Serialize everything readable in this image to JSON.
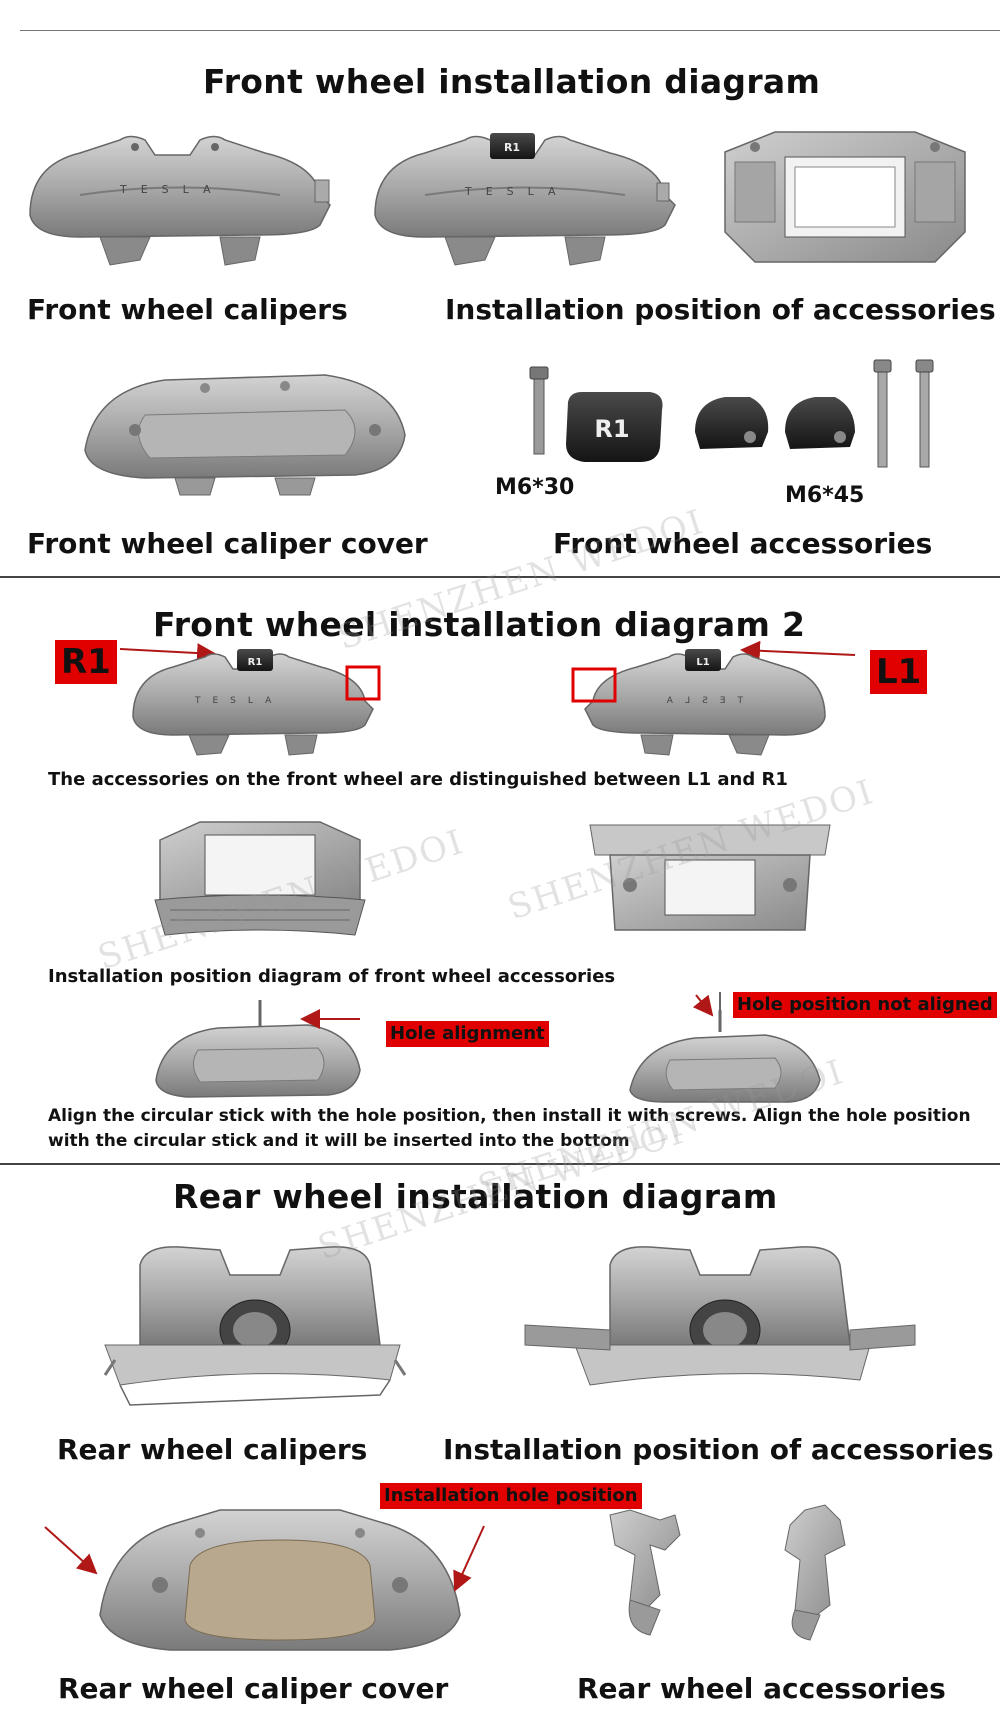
{
  "section1": {
    "title": "Front wheel installation diagram",
    "caption_calipers": "Front wheel calipers",
    "caption_positions": "Installation position of accessories",
    "caption_cover": "Front wheel caliper cover",
    "caption_accessories": "Front wheel accessories",
    "bolt_short": "M6*30",
    "bolt_long": "M6*45",
    "badge_r1": "R1",
    "brand_text": "TESLA"
  },
  "section2": {
    "title": "Front wheel installation diagram 2",
    "tag_r1": "R1",
    "tag_l1": "L1",
    "badge_r1": "R1",
    "badge_l1": "L1",
    "note_distinguish": "The accessories on the front wheel are distinguished between L1 and R1",
    "note_positions": "Installation position diagram of front wheel accessories",
    "tag_hole_alignment": "Hole alignment",
    "tag_hole_not_aligned": "Hole position not aligned",
    "note_align": "Align the circular stick with the hole position, then install it with screws. Align the hole position with the circular stick and it will be inserted into the bottom"
  },
  "section3": {
    "title": "Rear wheel installation diagram",
    "caption_calipers": "Rear wheel calipers",
    "caption_positions": "Installation position of accessories",
    "tag_install_hole": "Installation hole position",
    "caption_cover": "Rear wheel caliper cover",
    "caption_accessories": "Rear wheel accessories"
  },
  "watermark": "SHENZHEN WEDOI",
  "colors": {
    "accent_red": "#e00000",
    "arrow_red": "#b01818",
    "metal_light": "#bfbfbf",
    "metal_mid": "#9c9c9c",
    "metal_dark": "#6e6e6e",
    "black_part": "#222222"
  }
}
